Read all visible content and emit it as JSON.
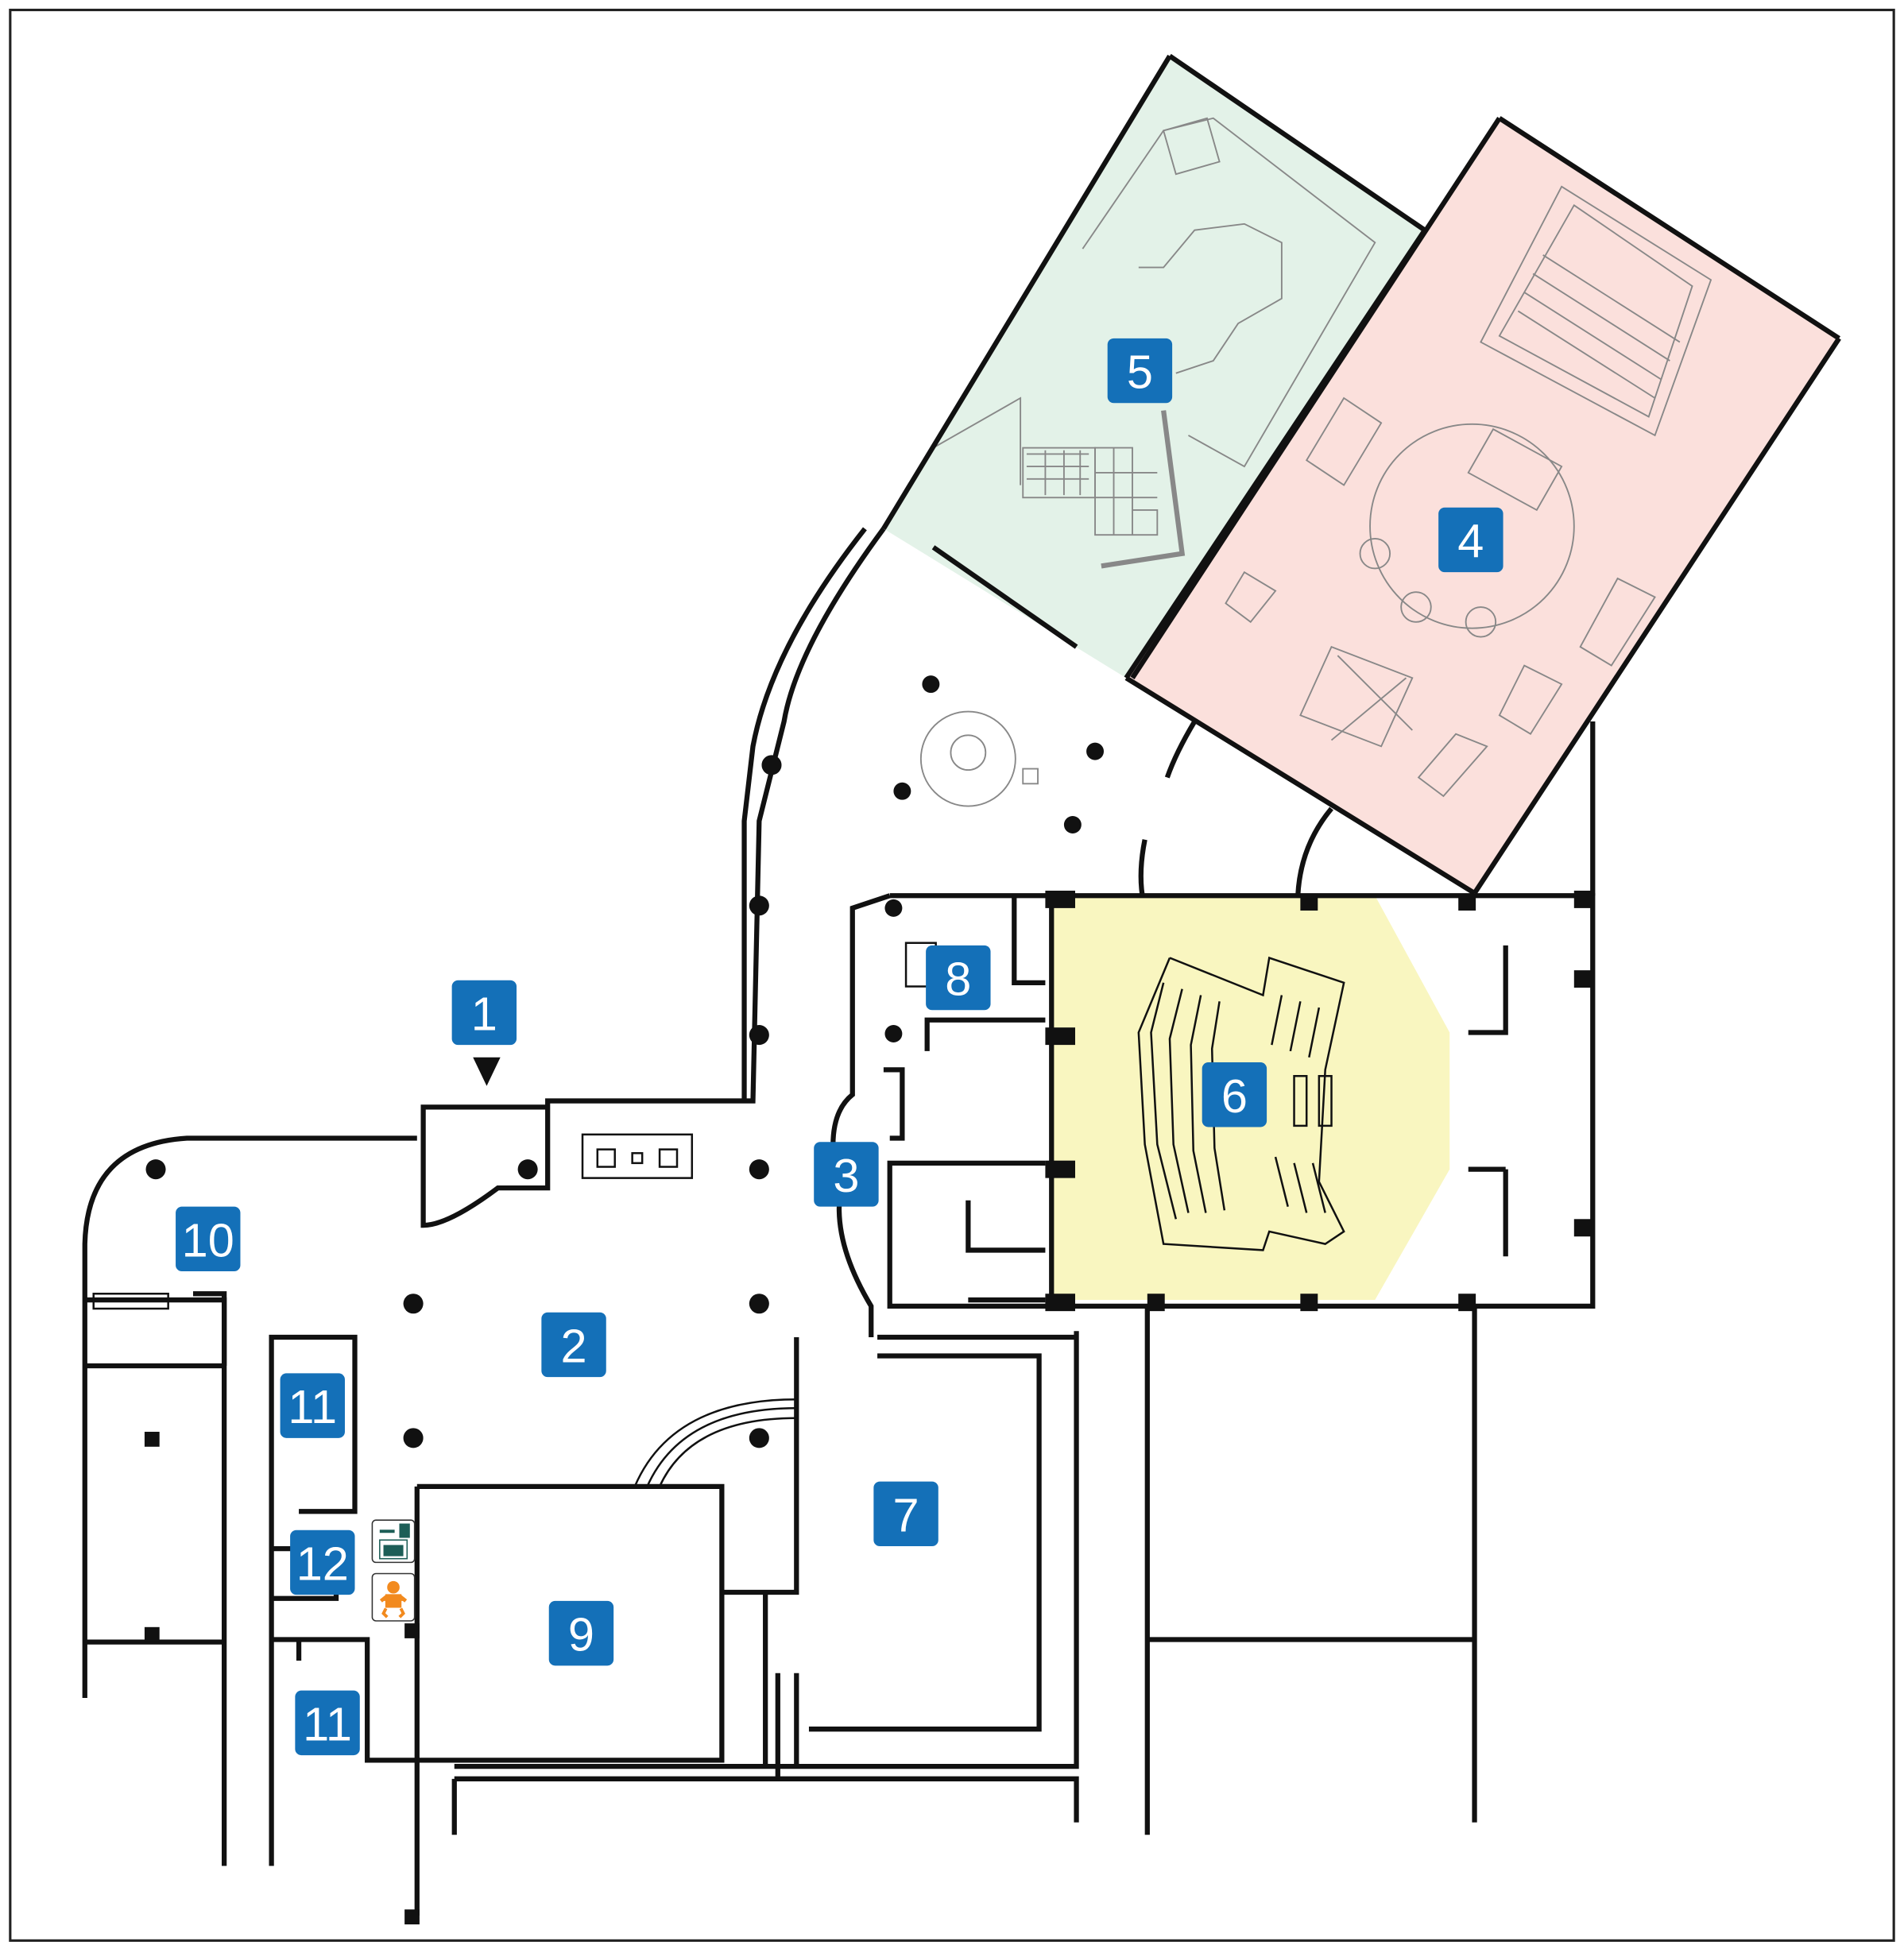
{
  "map": {
    "colors": {
      "marker": "#1470b8",
      "zone_green": "#e3f2e8",
      "zone_pink": "#fbe0dc",
      "zone_yellow": "#f9f6c0",
      "locker_icon": "#1d5e57",
      "baby_icon": "#f28a1e"
    },
    "markers": [
      {
        "label": "1"
      },
      {
        "label": "2"
      },
      {
        "label": "3"
      },
      {
        "label": "4"
      },
      {
        "label": "5"
      },
      {
        "label": "6"
      },
      {
        "label": "7"
      },
      {
        "label": "8"
      },
      {
        "label": "9"
      },
      {
        "label": "10"
      },
      {
        "label": "11"
      },
      {
        "label": "11"
      },
      {
        "label": "12"
      }
    ],
    "icons": [
      "entrance-arrow-icon",
      "locker-icon",
      "baby-changing-icon"
    ]
  }
}
